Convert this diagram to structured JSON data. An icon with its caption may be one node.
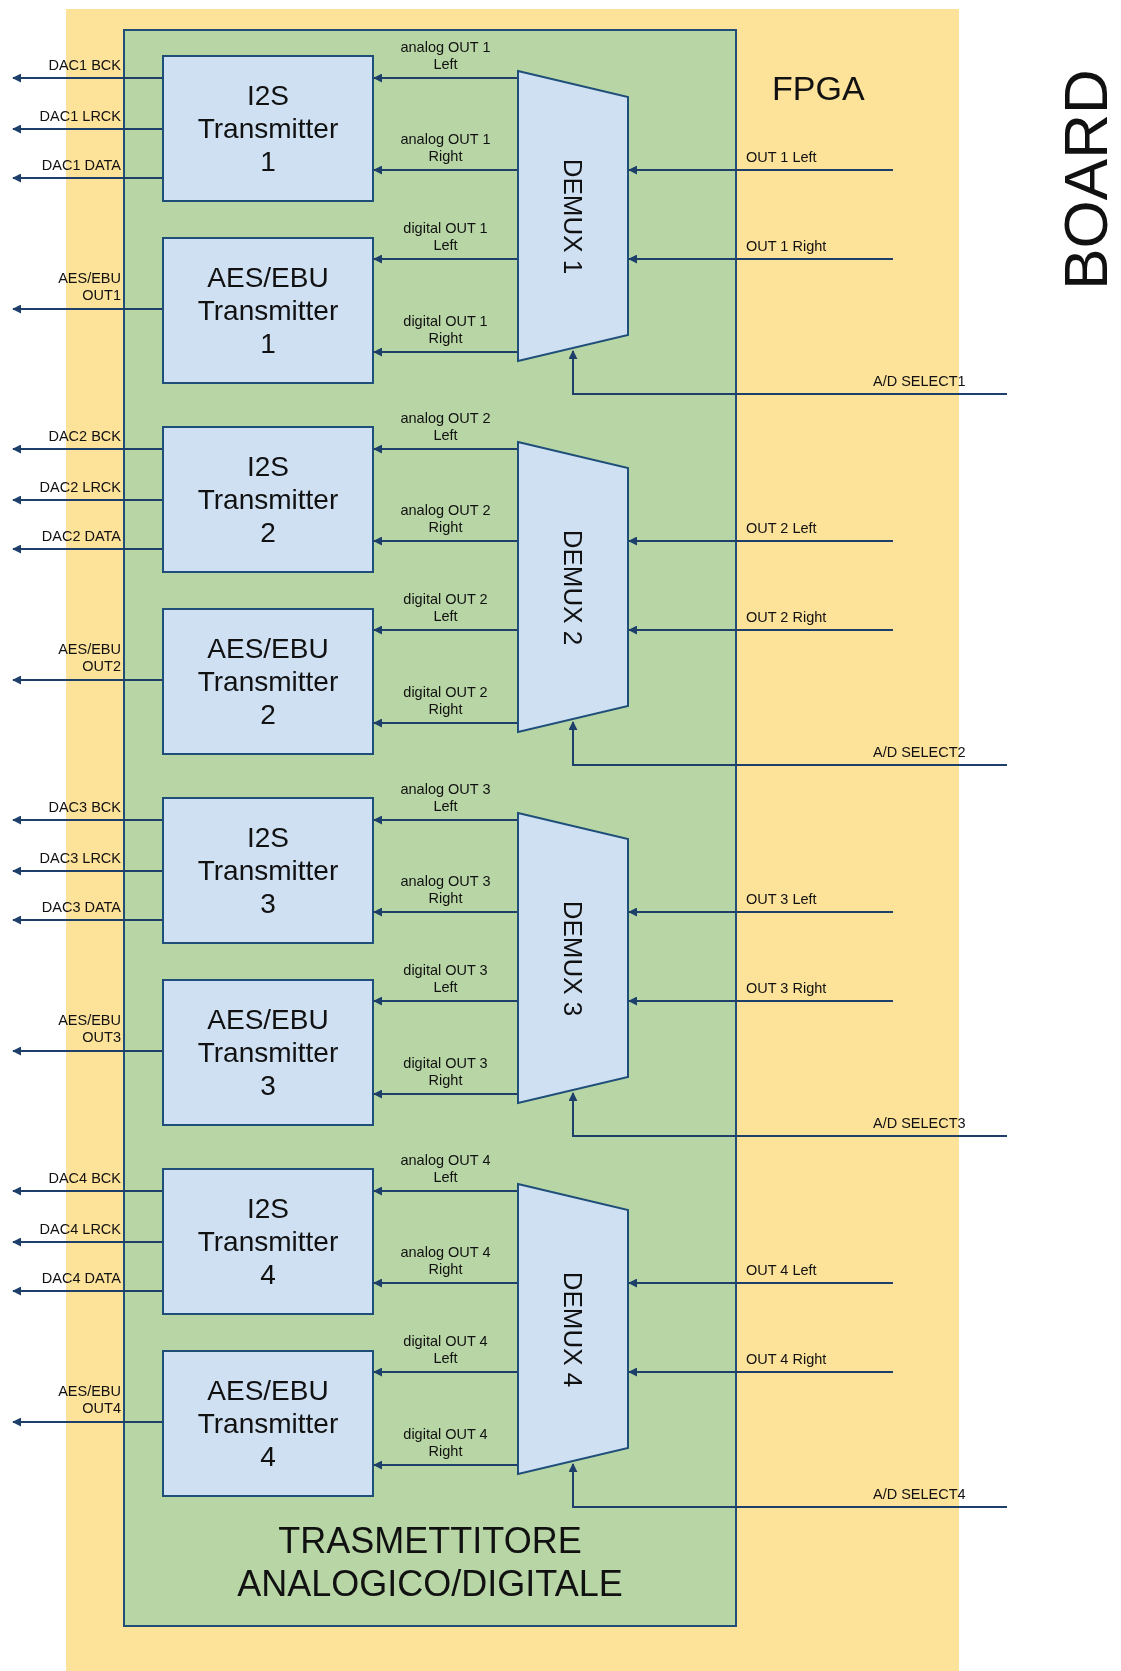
{
  "diagram": {
    "nodes": [
      {
        "text": [
          "FPGA"
        ]
      },
      {
        "text": [
          "TRASMETTITORE ANALOGICO/DIGITALE"
        ],
        "in": 0
      },
      {
        "text": [
          "I2S Transmitter 1"
        ],
        "in": 1
      },
      {
        "text": [
          "AES/EBU Transmitter 1"
        ],
        "in": 1
      },
      {
        "text": [
          "DEMUX 1"
        ],
        "in": 1
      },
      {
        "text": [
          "I2S Transmitter 2"
        ],
        "in": 1
      },
      {
        "text": [
          "AES/EBU Transmitter 2"
        ],
        "in": 1
      },
      {
        "text": [
          "DEMUX 2"
        ],
        "in": 1
      },
      {
        "text": [
          "I2S Transmitter 3"
        ],
        "in": 1
      },
      {
        "text": [
          "AES/EBU Transmitter 3"
        ],
        "in": 1
      },
      {
        "text": [
          "DEMUX 3"
        ],
        "in": 1
      },
      {
        "text": [
          "I2S Transmitter 4"
        ],
        "in": 1
      },
      {
        "text": [
          "AES/EBU Transmitter 4"
        ],
        "in": 1
      },
      {
        "text": [
          "DEMUX 4"
        ],
        "in": 1
      }
    ],
    "edges": [
      {
        "from": 4,
        "to": 2,
        "arrow": "to",
        "label": "analog OUT 1 Left"
      },
      {
        "from": 4,
        "to": 2,
        "arrow": "to",
        "label": "analog OUT 1 Right"
      },
      {
        "from": 4,
        "to": 3,
        "arrow": "to",
        "label": "digital OUT 1 Left"
      },
      {
        "from": 4,
        "to": 3,
        "arrow": "to",
        "label": "digital OUT 1 Right"
      },
      {
        "from": 2,
        "to": null,
        "arrow": "to",
        "label": "DAC1 BCK"
      },
      {
        "from": 2,
        "to": null,
        "arrow": "to",
        "label": "DAC1 LRCK"
      },
      {
        "from": 2,
        "to": null,
        "arrow": "to",
        "label": "DAC1 DATA"
      },
      {
        "from": 3,
        "to": null,
        "arrow": "to",
        "label": "AES/EBU OUT1"
      },
      {
        "from": null,
        "to": 4,
        "arrow": "to",
        "label": "OUT 1 Left"
      },
      {
        "from": null,
        "to": 4,
        "arrow": "to",
        "label": "OUT 1 Right"
      },
      {
        "from": null,
        "to": 4,
        "arrow": "to",
        "label": "A/D SELECT1"
      },
      {
        "from": 7,
        "to": 5,
        "arrow": "to",
        "label": "analog OUT 2 Left"
      },
      {
        "from": 7,
        "to": 5,
        "arrow": "to",
        "label": "analog OUT 2 Right"
      },
      {
        "from": 7,
        "to": 6,
        "arrow": "to",
        "label": "digital OUT 2 Left"
      },
      {
        "from": 7,
        "to": 6,
        "arrow": "to",
        "label": "digital OUT 2 Right"
      },
      {
        "from": 5,
        "to": null,
        "arrow": "to",
        "label": "DAC2 BCK"
      },
      {
        "from": 5,
        "to": null,
        "arrow": "to",
        "label": "DAC2 LRCK"
      },
      {
        "from": 5,
        "to": null,
        "arrow": "to",
        "label": "DAC2 DATA"
      },
      {
        "from": 6,
        "to": null,
        "arrow": "to",
        "label": "AES/EBU OUT2"
      },
      {
        "from": null,
        "to": 7,
        "arrow": "to",
        "label": "OUT 2 Left"
      },
      {
        "from": null,
        "to": 7,
        "arrow": "to",
        "label": "OUT 2 Right"
      },
      {
        "from": null,
        "to": 7,
        "arrow": "to",
        "label": "A/D SELECT2"
      },
      {
        "from": 10,
        "to": 8,
        "arrow": "to",
        "label": "analog OUT 3 Left"
      },
      {
        "from": 10,
        "to": 8,
        "arrow": "to",
        "label": "analog OUT 3 Right"
      },
      {
        "from": 10,
        "to": 9,
        "arrow": "to",
        "label": "digital OUT 3 Left"
      },
      {
        "from": 10,
        "to": 9,
        "arrow": "to",
        "label": "digital OUT 3 Right"
      },
      {
        "from": 8,
        "to": null,
        "arrow": "to",
        "label": "DAC3 BCK"
      },
      {
        "from": 8,
        "to": null,
        "arrow": "to",
        "label": "DAC3 LRCK"
      },
      {
        "from": 8,
        "to": null,
        "arrow": "to",
        "label": "DAC3 DATA"
      },
      {
        "from": 9,
        "to": null,
        "arrow": "to",
        "label": "AES/EBU OUT3"
      },
      {
        "from": null,
        "to": 10,
        "arrow": "to",
        "label": "OUT 3 Left"
      },
      {
        "from": null,
        "to": 10,
        "arrow": "to",
        "label": "OUT 3 Right"
      },
      {
        "from": null,
        "to": 10,
        "arrow": "to",
        "label": "A/D SELECT3"
      },
      {
        "from": 13,
        "to": 11,
        "arrow": "to",
        "label": "analog OUT 4 Left"
      },
      {
        "from": 13,
        "to": 11,
        "arrow": "to",
        "label": "analog OUT 4 Right"
      },
      {
        "from": 13,
        "to": 12,
        "arrow": "to",
        "label": "digital OUT 4 Left"
      },
      {
        "from": 13,
        "to": 12,
        "arrow": "to",
        "label": "digital OUT 4 Right"
      },
      {
        "from": 11,
        "to": null,
        "arrow": "to",
        "label": "DAC4 BCK"
      },
      {
        "from": 11,
        "to": null,
        "arrow": "to",
        "label": "DAC4 LRCK"
      },
      {
        "from": 11,
        "to": null,
        "arrow": "to",
        "label": "DAC4 DATA"
      },
      {
        "from": 12,
        "to": null,
        "arrow": "to",
        "label": "AES/EBU OUT4"
      },
      {
        "from": null,
        "to": 13,
        "arrow": "to",
        "label": "OUT 4 Left"
      },
      {
        "from": null,
        "to": 13,
        "arrow": "to",
        "label": "OUT 4 Right"
      },
      {
        "from": null,
        "to": 13,
        "arrow": "to",
        "label": "A/D SELECT4"
      }
    ],
    "labels": [
      "BOARD"
    ]
  }
}
